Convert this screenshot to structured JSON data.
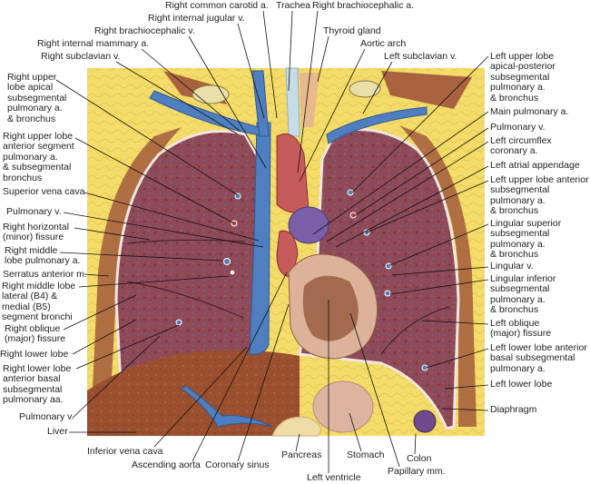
{
  "figure": {
    "labels": [
      "Right common carotid a.",
      "Right internal jugular v.",
      "Right brachiocephalic v.",
      "Right internal mammary a.",
      "Right subclavian v.",
      "Trachea",
      "Right brachiocephalic a.",
      "Thyroid gland",
      "Aortic arch",
      "Left subclavian v.",
      "Right upper\nlobe apical\nsubsegmental\npulmonary a.\n& bronchus",
      "Right upper lobe\nanterior segment\npulmonary a.\n& subsegmental\nbronchus",
      "Superior vena cava",
      "Pulmonary v.",
      "Right horizontal\n(minor) fissure",
      "Right middle\nlobe pulmonary a.",
      "Serratus anterior m.",
      "Right middle lobe\nlateral (B4) &\nmedial (B5)\nsegment bronchi",
      "Right oblique\n(major) fissure",
      "Right lower lobe",
      "Right lower lobe\nanterior basal\nsubsegmental\npulmonary aa.",
      "Pulmonary v.",
      "Liver",
      "Inferior vena cava",
      "Ascending aorta",
      "Coronary sinus",
      "Pancreas",
      "Left ventricle",
      "Stomach",
      "Papillary mm.",
      "Colon",
      "Left upper lobe\napical-posterior\nsubsegmental\npulmonary a.\n& bronchus",
      "Main pulmonary a.",
      "Pulmonary v.",
      "Left circumflex\ncoronary a.",
      "Left atrial appendage",
      "Left upper lobe anterior\nsubsegmental\npulmonary a.\n& bronchus",
      "Lingular superior\nsubsegmental\npulmonary a.\n& bronchus",
      "Lingular v.",
      "Lingular inferior\nsubsegmental\npulmonary a.\n& bronchus",
      "Left oblique\n(major) fissure",
      "Left lower lobe anterior\nbasal subsegmental\npulmonary a.",
      "Left lower lobe",
      "Diaphragm"
    ],
    "colors": {
      "fat": "#f3dc6a",
      "lung": "#8e4a57",
      "liver": "#9a4f2e",
      "vein": "#4f7fc0",
      "artery": "#b9474a",
      "muscle": "#a8623f"
    }
  }
}
